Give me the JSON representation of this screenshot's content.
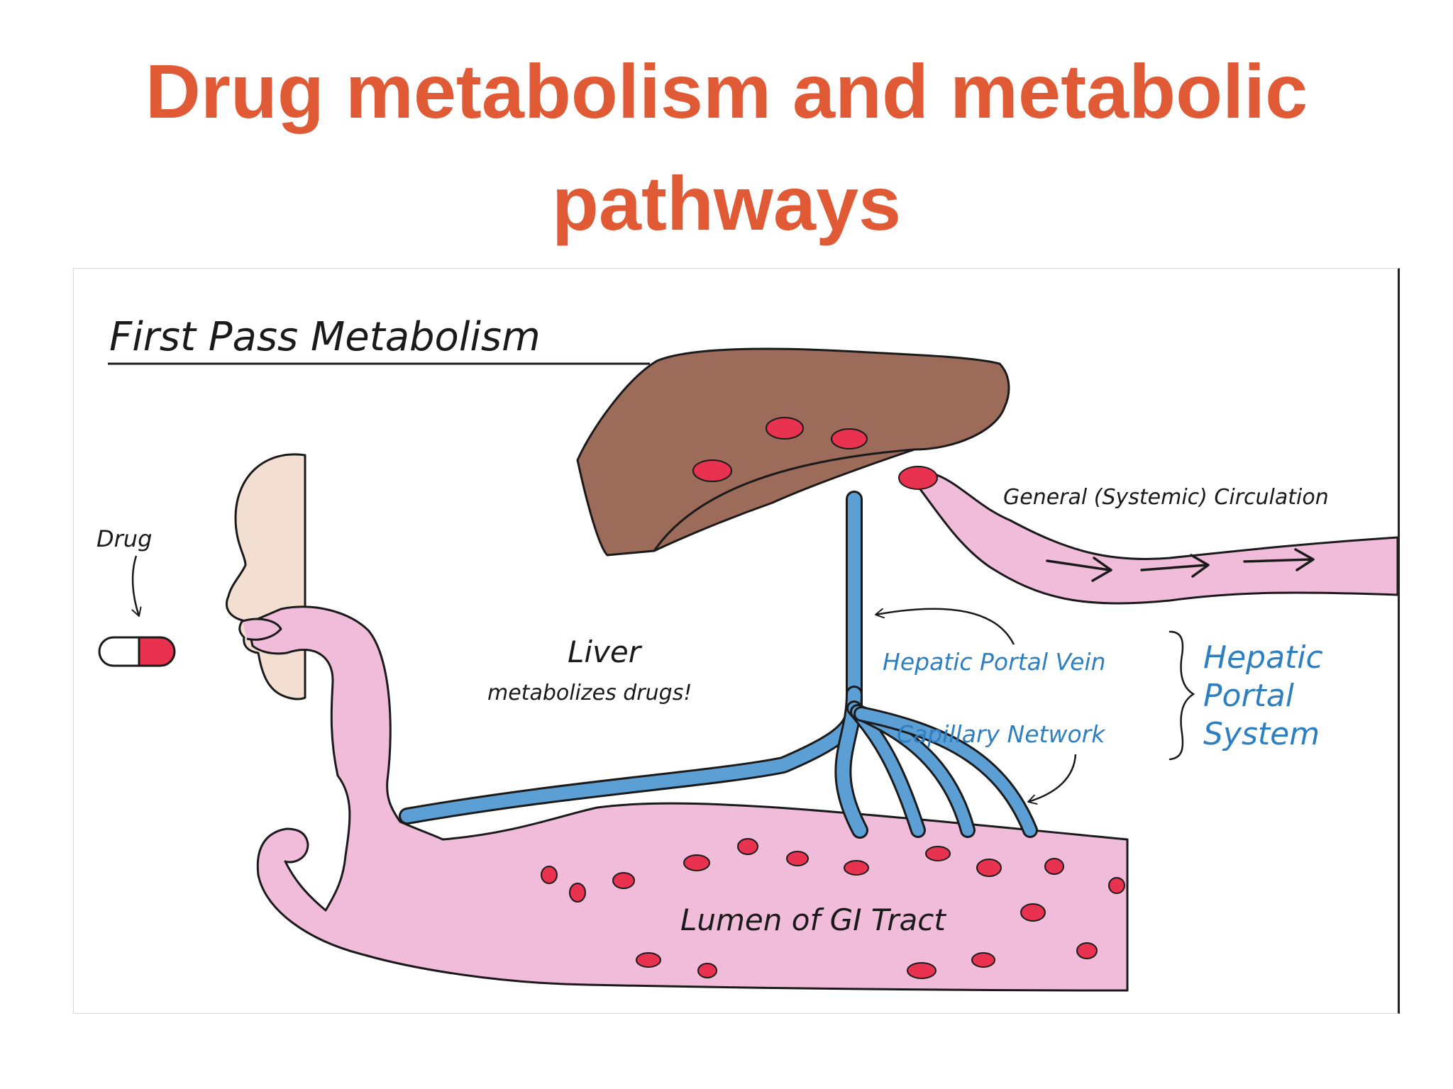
{
  "slide": {
    "title_line1": "Drug metabolism and metabolic",
    "title_line2": "pathways"
  },
  "diagram": {
    "heading": "First Pass Metabolism",
    "labels": {
      "drug": "Drug",
      "liver": "Liver",
      "liver_note": "metabolizes drugs!",
      "general_circulation": "General (Systemic) Circulation",
      "hepatic_portal_vein": "Hepatic Portal Vein",
      "capillary_network": "Capillary Network",
      "hepatic_portal_system_1": "Hepatic",
      "hepatic_portal_system_2": "Portal",
      "hepatic_portal_system_3": "System",
      "lumen": "Lumen of GI Tract"
    },
    "colors": {
      "title": "#E05A36",
      "liver": "#9C6B5A",
      "gi_tract": "#F0BCD9",
      "vein": "#5C9FD4",
      "drug_particle": "#E8324F",
      "skin": "#F2DFD2",
      "blue_text": "#2D7FC1",
      "ink": "#1a1a1a"
    }
  }
}
